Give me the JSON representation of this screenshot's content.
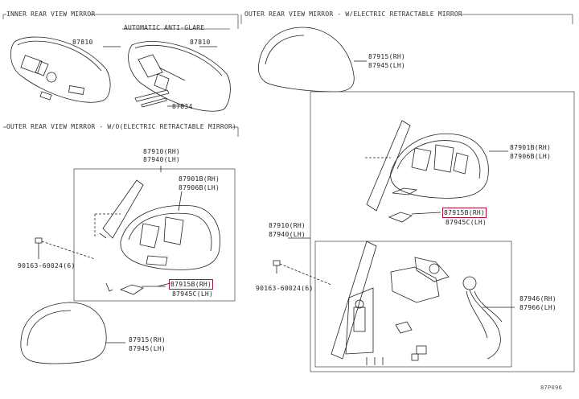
{
  "sections": {
    "inner": "INNER REAR VIEW MIRROR",
    "outer_electric": "OUTER REAR VIEW MIRROR - W/ELECTRIC RETRACTABLE MIRROR",
    "outer_no_electric": "OUTER REAR VIEW MIRROR - W/O(ELECTRIC RETRACTABLE MIRROR)"
  },
  "auto_anti_glare": "AUTOMATIC ANTI-GLARE",
  "parts": {
    "inner_mirror": "87810",
    "inner_mirror_auto": "87810",
    "cover_clip": "87834",
    "mirror_assy_rh": "87910(RH)",
    "mirror_assy_lh": "87940(LH)",
    "mirror_sub_rh": "87901B(RH)",
    "mirror_sub_lh": "87906B(LH)",
    "cover_top_rh": "87915(RH)",
    "cover_top_lh": "87945(LH)",
    "cover_bottom_rh": "87915(RH)",
    "cover_bottom_lh": "87945(LH)",
    "right_sub_rh": "87901B(RH)",
    "right_sub_lh": "87906B(LH)",
    "right_assy_rh": "87910(RH)",
    "right_assy_lh": "87940(LH)",
    "left_lamp_rh": "87915B(RH)",
    "left_lamp_lh": "87945C(LH)",
    "right_lamp_rh": "87915B(RH)",
    "right_lamp_lh": "87945C(LH)",
    "bolt_left": "90163-60024(6)",
    "bolt_right": "90163-60024(6)",
    "retract_rh": "87946(RH)",
    "retract_lh": "87966(LH)"
  },
  "footer_code": "87P096",
  "colors": {
    "line": "#222222",
    "highlight": "#b0123a",
    "panel_border": "#555555"
  }
}
